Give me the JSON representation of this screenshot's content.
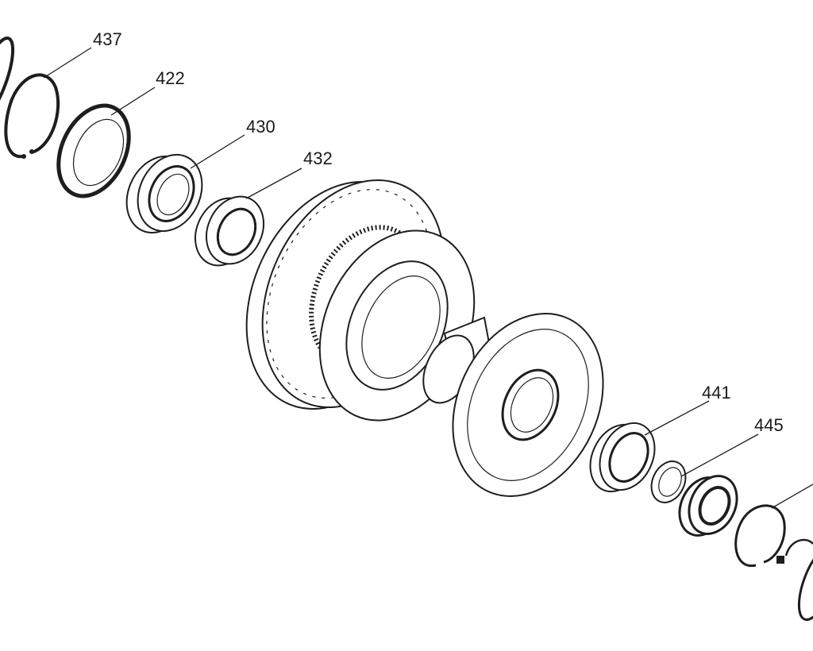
{
  "diagram": {
    "type": "exploded-parts-view",
    "callouts": [
      {
        "id": "437",
        "label": "437"
      },
      {
        "id": "422",
        "label": "422"
      },
      {
        "id": "430",
        "label": "430"
      },
      {
        "id": "432",
        "label": "432"
      },
      {
        "id": "441",
        "label": "441"
      },
      {
        "id": "445",
        "label": "445"
      }
    ]
  }
}
